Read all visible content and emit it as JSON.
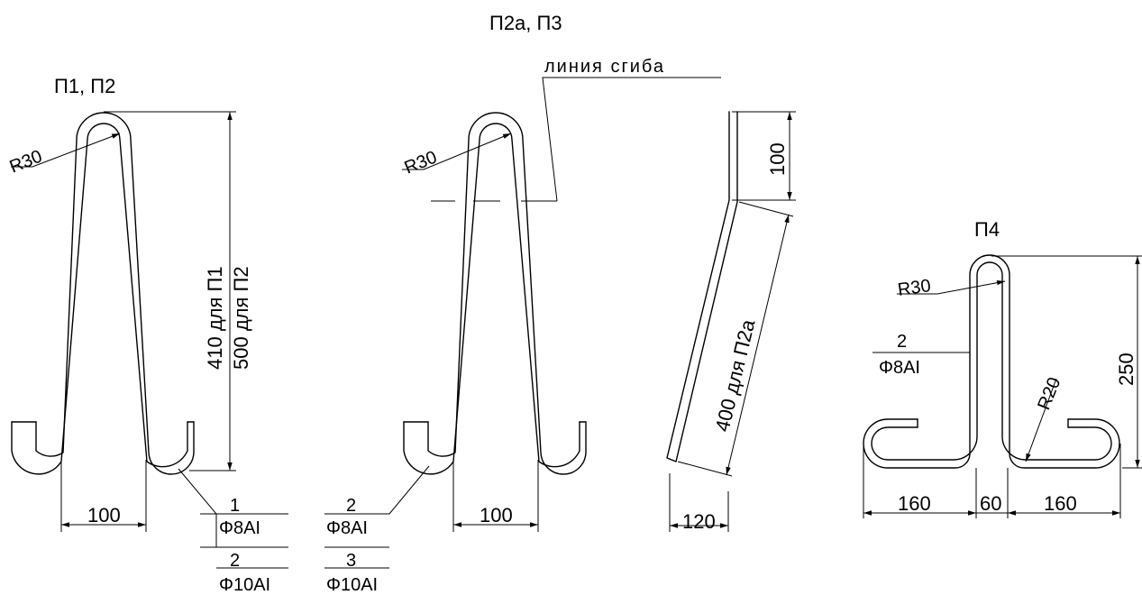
{
  "titles": {
    "p1p2": "П1, П2",
    "p2a_p3": "П2а, П3",
    "p4": "П4"
  },
  "fig1": {
    "radius": "R30",
    "height_p1": "410 для П1",
    "height_p2": "500 для П2",
    "width": "100",
    "callout": [
      "1",
      "Φ8AI",
      "2",
      "Φ10AI"
    ]
  },
  "fig2": {
    "bend_line": "линия сгиба",
    "radius": "R30",
    "width": "100",
    "callout": [
      "2",
      "Φ8AI",
      "3",
      "Φ10AI"
    ]
  },
  "fig3": {
    "top_len": "100",
    "slant_len": "400 для П2а",
    "bottom_width": "120"
  },
  "fig4": {
    "radius_top": "R30",
    "radius_bottom": "R20",
    "height": "250",
    "callout": [
      "2",
      "Φ8AI"
    ],
    "widths": [
      "160",
      "60",
      "160"
    ]
  }
}
